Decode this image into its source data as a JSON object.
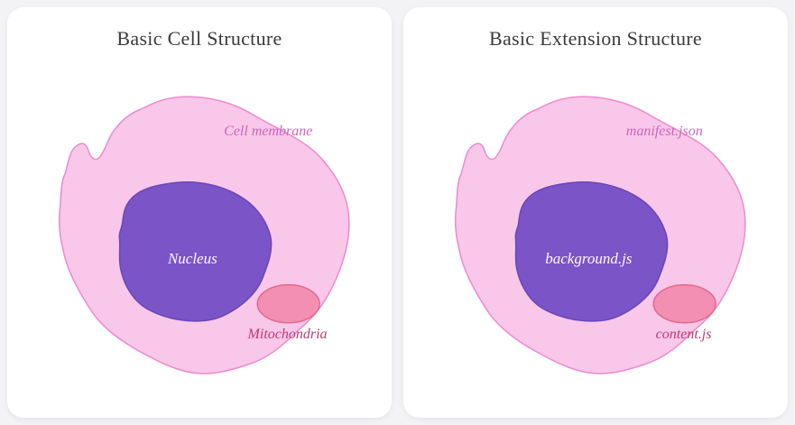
{
  "page": {
    "background_color": "#f3f3f6"
  },
  "colors": {
    "card_background": "#ffffff",
    "title_color": "#3b3b3b",
    "membrane_fill": "#f8c7ea",
    "membrane_stroke": "#ec8bcd",
    "nucleus_fill": "#7b55c7",
    "nucleus_stroke": "#6b46b6",
    "organelle_fill": "#f28fb2",
    "organelle_stroke": "#e4688f",
    "outer_label_color": "#cb67b8",
    "core_label_color": "#fdf8ff",
    "organelle_label_color": "#b93d72"
  },
  "cards": [
    {
      "title": "Basic Cell Structure",
      "outer_label": "Cell membrane",
      "core_label": "Nucleus",
      "organelle_label": "Mitochondria"
    },
    {
      "title": "Basic Extension Structure",
      "outer_label": "manifest.json",
      "core_label": "background.js",
      "organelle_label": "content.js"
    }
  ]
}
